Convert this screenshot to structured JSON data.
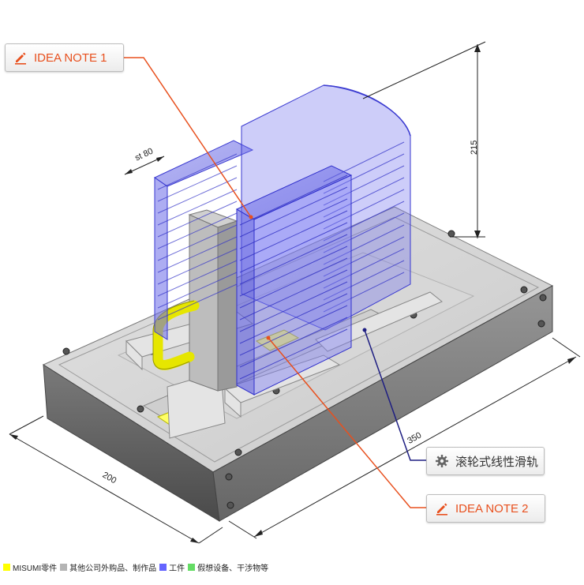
{
  "callouts": {
    "note1": "IDEA NOTE 1",
    "note2": "IDEA NOTE 2",
    "rail": "滚轮式线性滑轨"
  },
  "dimensions": {
    "stroke": "st 80",
    "height": "215",
    "length": "350",
    "width": "200"
  },
  "legend": [
    {
      "label": "MISUMI零件",
      "color": "#ffff00"
    },
    {
      "label": "其他公司外购品、制作品",
      "color": "#b4b4b4"
    },
    {
      "label": "工件",
      "color": "#6464ff"
    },
    {
      "label": "假想设备、干涉物等",
      "color": "#64dc64"
    }
  ],
  "colors": {
    "accent": "#e8501e",
    "rail_leader": "#1e1e82",
    "workpiece": "#6464ff",
    "misumi": "#ffff00"
  },
  "icons": {
    "note1": "pencil-icon",
    "note2": "pencil-icon",
    "rail": "gear-icon"
  }
}
